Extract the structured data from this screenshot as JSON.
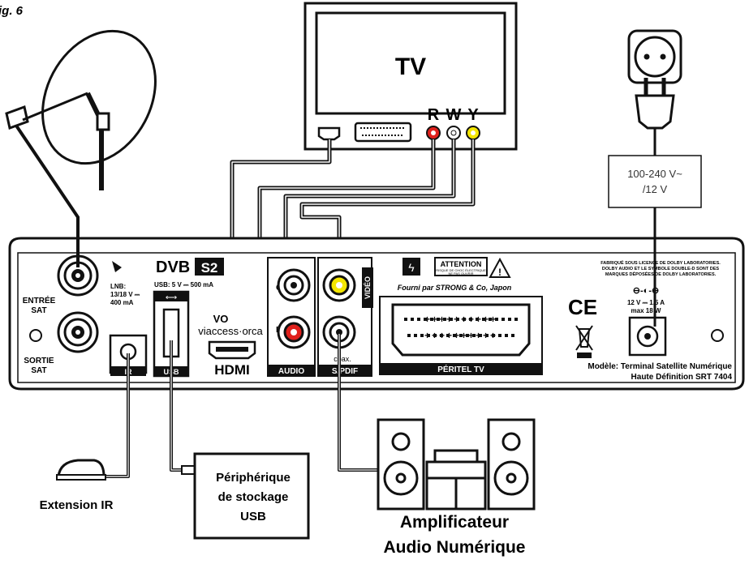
{
  "figure_label": "ig. 6",
  "tv": {
    "label": "TV",
    "connectors": [
      "R",
      "W",
      "Y"
    ]
  },
  "power_adapter": {
    "line1": "100-240 V~",
    "line2": "/12 V"
  },
  "receiver": {
    "lnb_in": {
      "line1": "ENTRÉE",
      "line2": "SAT"
    },
    "lnb_out": {
      "line1": "SORTIE",
      "line2": "SAT"
    },
    "lnb_spec": {
      "line1": "LNB:",
      "line2": "13/18 V ⎓",
      "line3": "400 mA"
    },
    "dvb_logo": "DVB",
    "dvb_s2": "S2",
    "usb_spec": "USB: 5 V ⎓ 500 mA",
    "viaccess": "viaccess·orca",
    "hdmi_logo": "HDMI",
    "audio_g": "G",
    "audio_d": "D",
    "audio_label": "AUDIO",
    "video_label": "VIDÉO",
    "spdif_label": "S/PDIF",
    "coax_label": "coax.",
    "ir_label": "IR",
    "usb_label": "USB",
    "attention_title": "ATTENTION",
    "attention_line1": "RISQUE DE CHOC ÉLECTRIQUE",
    "attention_line2": "NE PAS OUVRIR",
    "fourni": "Fourni  par STRONG & Co, Japon",
    "peritel": "PÉRITEL TV",
    "ce": "CE",
    "dolby_line1": "FABRIQUÉ SOUS LICENCE DE DOLBY LABORATORIES.",
    "dolby_line2": "DOLBY AUDIO ET LE SYMBOLE DOUBLE-D SONT DES",
    "dolby_line3": "MARQUES DÉPOSÉES DE DOLBY LABORATORIES.",
    "power_spec1": "12 V ⎓ 1,5 A",
    "power_spec2": "max 18 W",
    "model_line1": "Modèle: Terminal Satellite Numérique",
    "model_line2": "Haute Définition SRT 7404"
  },
  "ir_extension": "Extension IR",
  "usb_storage": {
    "line1": "Périphérique",
    "line2": "de stockage",
    "line3": "USB"
  },
  "amplifier": {
    "line1": "Amplificateur",
    "line2": "Audio Numérique"
  },
  "colors": {
    "red": "#e0201c",
    "white": "#ffffff",
    "yellow": "#f4e600",
    "black": "#1a1a1a"
  }
}
